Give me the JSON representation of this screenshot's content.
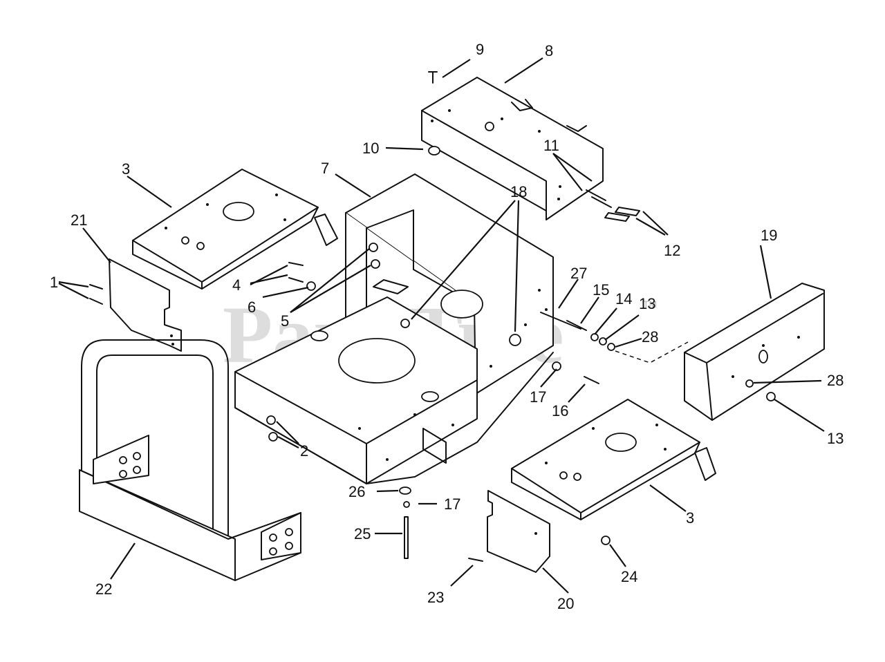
{
  "watermark": {
    "text": "PartsTree",
    "mark": "TM"
  },
  "callouts": [
    {
      "id": "c1",
      "text": "1"
    },
    {
      "id": "c2",
      "text": "2"
    },
    {
      "id": "c3a",
      "text": "3"
    },
    {
      "id": "c3b",
      "text": "3"
    },
    {
      "id": "c4",
      "text": "4"
    },
    {
      "id": "c5",
      "text": "5"
    },
    {
      "id": "c6",
      "text": "6"
    },
    {
      "id": "c7",
      "text": "7"
    },
    {
      "id": "c8",
      "text": "8"
    },
    {
      "id": "c9",
      "text": "9"
    },
    {
      "id": "c10",
      "text": "10"
    },
    {
      "id": "c11",
      "text": "11"
    },
    {
      "id": "c12",
      "text": "12"
    },
    {
      "id": "c13a",
      "text": "13"
    },
    {
      "id": "c13b",
      "text": "13"
    },
    {
      "id": "c14",
      "text": "14"
    },
    {
      "id": "c15",
      "text": "15"
    },
    {
      "id": "c16",
      "text": "16"
    },
    {
      "id": "c17a",
      "text": "17"
    },
    {
      "id": "c17b",
      "text": "17"
    },
    {
      "id": "c18",
      "text": "18"
    },
    {
      "id": "c19",
      "text": "19"
    },
    {
      "id": "c20",
      "text": "20"
    },
    {
      "id": "c21",
      "text": "21"
    },
    {
      "id": "c22",
      "text": "22"
    },
    {
      "id": "c23",
      "text": "23"
    },
    {
      "id": "c24",
      "text": "24"
    },
    {
      "id": "c25",
      "text": "25"
    },
    {
      "id": "c26",
      "text": "26"
    },
    {
      "id": "c27",
      "text": "27"
    },
    {
      "id": "c28a",
      "text": "28"
    },
    {
      "id": "c28b",
      "text": "28"
    }
  ]
}
